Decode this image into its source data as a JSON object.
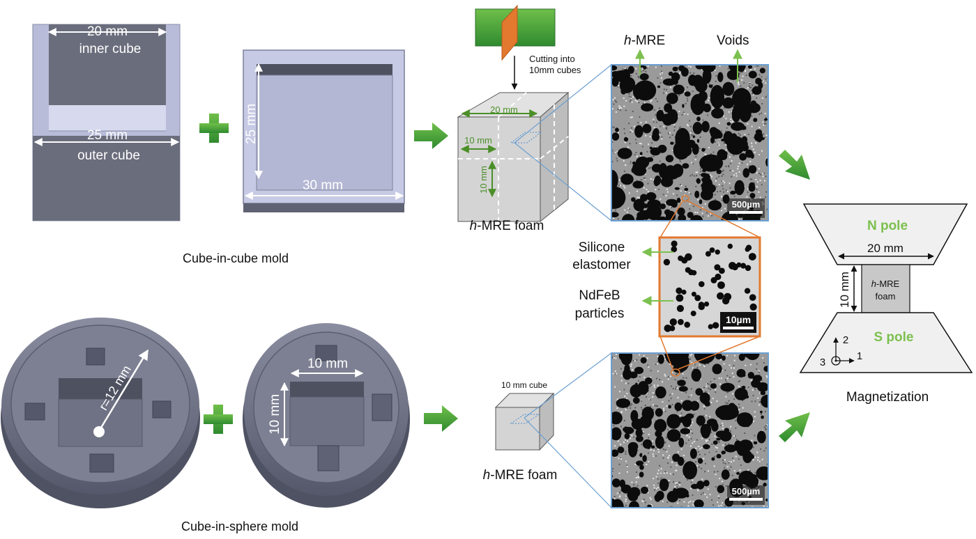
{
  "colors": {
    "green": "#6fb33e",
    "orange": "#e2792e",
    "blue_line": "#6a9fd1",
    "mold_dark": "#6a6d7c",
    "mold_light": "#c8cbe6",
    "mold_mid": "#a9acc8",
    "foam_gray": "#d4d4d4"
  },
  "cube_mold": {
    "dim_inner": "20 mm",
    "label_inner": "inner cube",
    "dim_outer": "25 mm",
    "label_outer": "outer cube",
    "dim_height": "25 mm",
    "dim_width": "30 mm",
    "caption": "Cube-in-cube mold"
  },
  "sphere_mold": {
    "radius": "r=12 mm",
    "dim_width": "10 mm",
    "dim_height": "10 mm",
    "caption": "Cube-in-sphere mold"
  },
  "cutting": {
    "label_line1": "Cutting into",
    "label_line2": "10mm cubes"
  },
  "foam_top": {
    "dim_top": "20 mm",
    "dim_mid": "10 mm",
    "dim_side": "10 mm",
    "label_prefix": "h",
    "label_suffix": "-MRE foam"
  },
  "foam_bottom": {
    "cube_label": "10 mm cube",
    "label_prefix": "h",
    "label_suffix": "-MRE foam"
  },
  "micrograph": {
    "label_hmre_prefix": "h",
    "label_hmre_suffix": "-MRE",
    "label_voids": "Voids",
    "scale_top": "500µm",
    "scale_bottom": "500µm"
  },
  "zoom": {
    "scale": "10µm",
    "silicone_line1": "Silicone",
    "silicone_line2": "elastomer",
    "ndfeb_line1": "NdFeB",
    "ndfeb_line2": "particles"
  },
  "magnet": {
    "n_pole": "N pole",
    "s_pole": "S pole",
    "dim_width": "20 mm",
    "dim_height": "10 mm",
    "sample_prefix": "h",
    "sample_suffix": "-MRE",
    "sample_line2": "foam",
    "axis_1": "1",
    "axis_2": "2",
    "axis_3": "3",
    "caption": "Magnetization"
  }
}
